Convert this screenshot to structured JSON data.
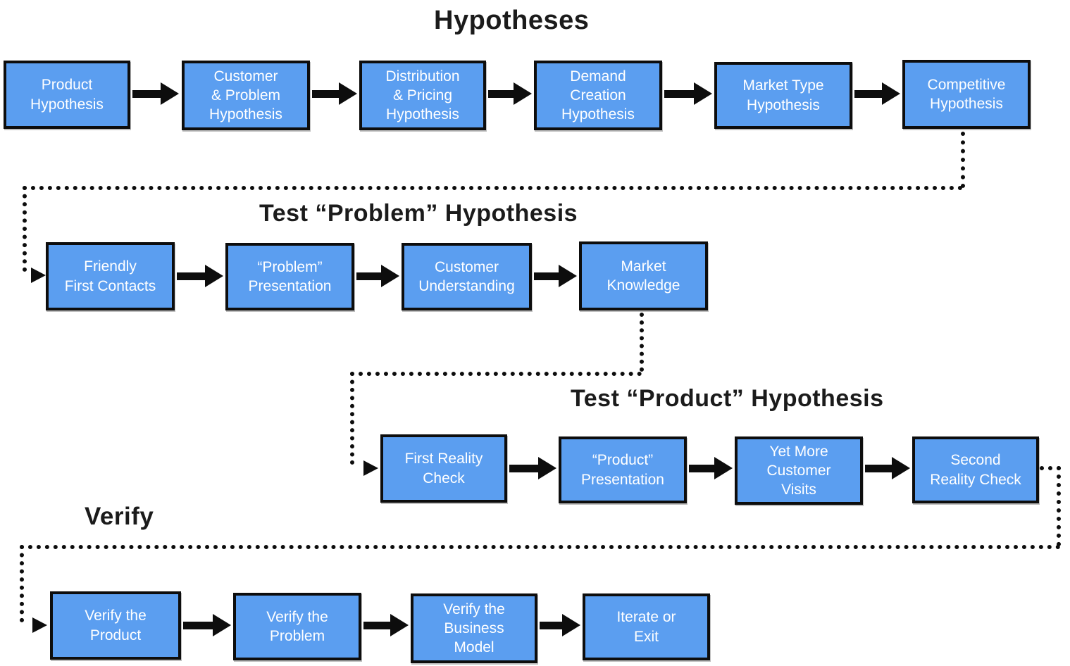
{
  "diagram_type": "flowchart",
  "colors": {
    "box_fill": "#5B9EF0",
    "box_border": "#0d0d0d",
    "box_text": "#ffffff",
    "arrow": "#0d0d0d",
    "dotted": "#0d0d0d",
    "title_text": "#1b1b1b",
    "canvas_bg": "#ffffff"
  },
  "sections": [
    {
      "title": "Hypotheses",
      "boxes": [
        "Product\nHypothesis",
        "Customer\n& Problem\nHypothesis",
        "Distribution\n& Pricing\nHypothesis",
        "Demand\nCreation\nHypothesis",
        "Market Type\nHypothesis",
        "Competitive\nHypothesis"
      ]
    },
    {
      "title": "Test “Problem” Hypothesis",
      "boxes": [
        "Friendly\nFirst Contacts",
        "“Problem”\nPresentation",
        "Customer\nUnderstanding",
        "Market\nKnowledge"
      ]
    },
    {
      "title": "Test “Product” Hypothesis",
      "boxes": [
        "First Reality\nCheck",
        "“Product”\nPresentation",
        "Yet More\nCustomer\nVisits",
        "Second\nReality Check"
      ]
    },
    {
      "title": "Verify",
      "boxes": [
        "Verify the\nProduct",
        "Verify the\nProblem",
        "Verify the\nBusiness\nModel",
        "Iterate or\nExit"
      ]
    }
  ],
  "connectors": [
    {
      "from": "Competitive Hypothesis",
      "to": "Friendly First Contacts",
      "style": "dotted"
    },
    {
      "from": "Market Knowledge",
      "to": "First Reality Check",
      "style": "dotted"
    },
    {
      "from": "Second Reality Check",
      "to": "Verify the Product",
      "style": "dotted"
    }
  ]
}
